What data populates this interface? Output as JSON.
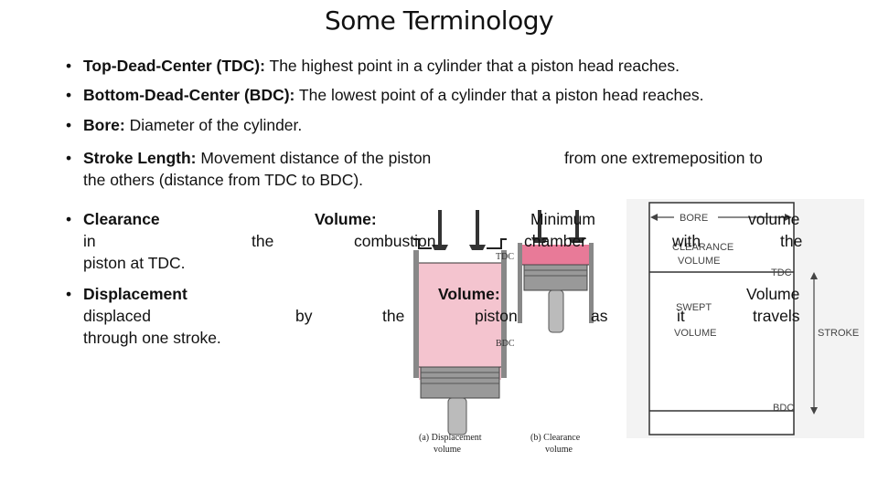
{
  "slide": {
    "title": "Some Terminology",
    "bullet_char": "•",
    "tdc": {
      "term": "Top-Dead-Center (TDC):",
      "text": " The highest point in a cylinder that a piston head reaches."
    },
    "bdc": {
      "term": "Bottom-Dead-Center (BDC):",
      "text": " The lowest point of a cylinder that a piston head reaches."
    },
    "bore": {
      "term": "Bore:",
      "text": " Diameter of the cylinder."
    },
    "stroke": {
      "term": "Stroke Length:",
      "line1_a": " Movement distance of  the piston",
      "line1_b": "from one   extremeposition to",
      "line2": "the others  (distance from TDC to BDC)."
    },
    "clearance": {
      "term": "Clearance",
      "word_volume": "Volume:",
      "word_minimum": "Minimum",
      "word_volume2": "volume",
      "word_in": "in",
      "word_the": "the",
      "word_combustion": "combustion",
      "word_chamber": "chamber",
      "word_with": "with",
      "word_the2": "the",
      "line3": "piston  at TDC."
    },
    "displacement": {
      "term": "Displacement",
      "word_volume": "Volume:",
      "word_volume2": "Volume",
      "word_displaced": "displaced",
      "word_by": "by",
      "word_the": "the",
      "word_piston": "piston",
      "word_as": "as",
      "word_it": "it",
      "word_travels": "travels",
      "line3": "through one  stroke."
    }
  },
  "figure_left": {
    "label_tdc": "TDC",
    "label_bdc": "BDC",
    "caption_a_1": "(a) Displacement",
    "caption_a_2": "volume",
    "caption_b_1": "(b) Clearance",
    "caption_b_2": "volume",
    "color_fill": "#f4c4cf",
    "color_fill_dark": "#e87a98"
  },
  "figure_right": {
    "bore": "BORE",
    "clearance": "CLEARANCE",
    "clearance_volume": "VOLUME",
    "tdc": "TDC",
    "swept": "SWEPT",
    "swept_volume": "VOLUME",
    "stroke": "STROKE",
    "bdc": "BDC"
  }
}
